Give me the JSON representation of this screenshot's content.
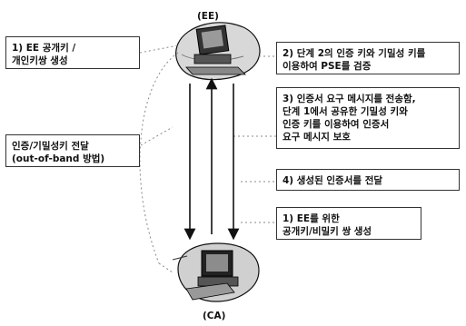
{
  "nodes": {
    "ee_label": "(EE)",
    "ca_label": "(CA)"
  },
  "notes": {
    "left_top": [
      "1) EE 공개키 /",
      "개인키쌍 생성"
    ],
    "left_mid": [
      "인증/기밀성키 전달",
      "(out-of-band 방법)"
    ],
    "right_1": [
      "2) 단계 2의 인증 키와 기밀성 키를",
      "이용하여 PSE를 검증"
    ],
    "right_2": [
      "3) 인증서 요구 메시지를 전송함,",
      "단계 1에서 공유한 기밀성 키와",
      "인증 키를 이용하여 인증서",
      "요구 메시지 보호"
    ],
    "right_3": [
      "4) 생성된 인증서를 전달"
    ],
    "right_4": [
      "1) EE를 위한",
      "공개키/비밀키 쌍 생성"
    ]
  }
}
